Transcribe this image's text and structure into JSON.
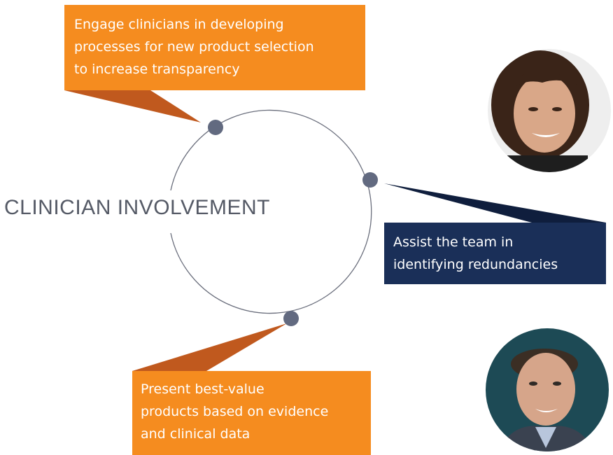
{
  "title": "CLINICIAN INVOLVEMENT",
  "callouts": {
    "top": {
      "lines": [
        "Engage clinicians in developing",
        "processes for new product selection",
        "to increase transparency"
      ]
    },
    "right": {
      "lines": [
        "Assist the team in",
        "identifying redundancies"
      ]
    },
    "bottom": {
      "lines": [
        "Present best-value",
        "products based on evidence",
        "and clinical data"
      ]
    }
  },
  "colors": {
    "orange": "#f58c1f",
    "navy": "#1a2f58",
    "node": "#626a80",
    "ring": "#6b6f7d"
  }
}
